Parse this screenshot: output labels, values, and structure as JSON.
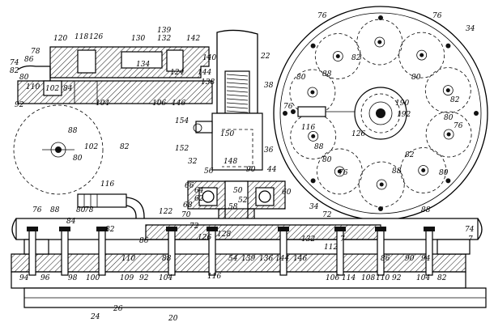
{
  "labels": [
    {
      "id": "lbl-120",
      "text": "120"
    },
    {
      "id": "lbl-118",
      "text": "118"
    },
    {
      "id": "lbl-126a",
      "text": "126"
    },
    {
      "id": "lbl-130",
      "text": "130"
    },
    {
      "id": "lbl-139",
      "text": "139"
    },
    {
      "id": "lbl-132",
      "text": "132"
    },
    {
      "id": "lbl-142",
      "text": "142"
    },
    {
      "id": "lbl-74a",
      "text": "74"
    },
    {
      "id": "lbl-78a",
      "text": "78"
    },
    {
      "id": "lbl-86a",
      "text": "86"
    },
    {
      "id": "lbl-82a",
      "text": "82"
    },
    {
      "id": "lbl-80a",
      "text": "80"
    },
    {
      "id": "lbl-110a",
      "text": "110"
    },
    {
      "id": "lbl-102a",
      "text": "102"
    },
    {
      "id": "lbl-84a",
      "text": "84"
    },
    {
      "id": "lbl-92a",
      "text": "92"
    },
    {
      "id": "lbl-104a",
      "text": "104"
    },
    {
      "id": "lbl-106a",
      "text": "106"
    },
    {
      "id": "lbl-146a",
      "text": "146"
    },
    {
      "id": "lbl-134",
      "text": "134"
    },
    {
      "id": "lbl-124",
      "text": "124"
    },
    {
      "id": "lbl-140",
      "text": "140"
    },
    {
      "id": "lbl-144",
      "text": "144"
    },
    {
      "id": "lbl-138",
      "text": "138"
    },
    {
      "id": "lbl-22",
      "text": "22"
    },
    {
      "id": "lbl-38",
      "text": "38"
    },
    {
      "id": "lbl-76a",
      "text": "76"
    },
    {
      "id": "lbl-76b",
      "text": "76"
    },
    {
      "id": "lbl-34",
      "text": "34"
    },
    {
      "id": "lbl-82b",
      "text": "82"
    },
    {
      "id": "lbl-80b",
      "text": "80"
    },
    {
      "id": "lbl-88a",
      "text": "88"
    },
    {
      "id": "lbl-80c",
      "text": "80"
    },
    {
      "id": "lbl-76c",
      "text": "76"
    },
    {
      "id": "lbl-116a",
      "text": "116"
    },
    {
      "id": "lbl-126b",
      "text": "126"
    },
    {
      "id": "lbl-190",
      "text": "190"
    },
    {
      "id": "lbl-192",
      "text": "192"
    },
    {
      "id": "lbl-80d",
      "text": "80"
    },
    {
      "id": "lbl-76d",
      "text": "76"
    },
    {
      "id": "lbl-82c",
      "text": "82"
    },
    {
      "id": "lbl-88b",
      "text": "88"
    },
    {
      "id": "lbl-80e",
      "text": "80"
    },
    {
      "id": "lbl-76e",
      "text": "76"
    },
    {
      "id": "lbl-82d",
      "text": "82"
    },
    {
      "id": "lbl-88c",
      "text": "88"
    },
    {
      "id": "lbl-80f",
      "text": "80"
    },
    {
      "id": "lbl-154",
      "text": "154"
    },
    {
      "id": "lbl-150",
      "text": "150"
    },
    {
      "id": "lbl-152",
      "text": "152"
    },
    {
      "id": "lbl-36",
      "text": "36"
    },
    {
      "id": "lbl-148",
      "text": "148"
    },
    {
      "id": "lbl-32",
      "text": "32"
    },
    {
      "id": "lbl-56",
      "text": "56"
    },
    {
      "id": "lbl-90",
      "text": "90"
    },
    {
      "id": "lbl-44",
      "text": "44"
    },
    {
      "id": "lbl-66",
      "text": "66"
    },
    {
      "id": "lbl-60",
      "text": "60"
    },
    {
      "id": "lbl-88d",
      "text": "88"
    },
    {
      "id": "lbl-82e",
      "text": "82"
    },
    {
      "id": "lbl-102b",
      "text": "102"
    },
    {
      "id": "lbl-80g",
      "text": "80"
    },
    {
      "id": "lbl-116b",
      "text": "116"
    },
    {
      "id": "lbl-76f",
      "text": "76"
    },
    {
      "id": "lbl-88e",
      "text": "88"
    },
    {
      "id": "lbl-80h",
      "text": "80"
    },
    {
      "id": "lbl-78b",
      "text": "78"
    },
    {
      "id": "lbl-84b",
      "text": "84"
    },
    {
      "id": "lbl-82f",
      "text": "82"
    },
    {
      "id": "lbl-86b",
      "text": "86"
    },
    {
      "id": "lbl-110b",
      "text": "110"
    },
    {
      "id": "lbl-88f",
      "text": "88"
    },
    {
      "id": "lbl-122",
      "text": "122"
    },
    {
      "id": "lbl-70",
      "text": "70"
    },
    {
      "id": "lbl-72a",
      "text": "72"
    },
    {
      "id": "lbl-34b",
      "text": "34"
    },
    {
      "id": "lbl-72b",
      "text": "72"
    },
    {
      "id": "lbl-88g",
      "text": "88"
    },
    {
      "id": "lbl-74b",
      "text": "74"
    },
    {
      "id": "lbl-7a",
      "text": "7"
    },
    {
      "id": "lbl-7b",
      "text": "7"
    },
    {
      "id": "lbl-94a",
      "text": "94"
    },
    {
      "id": "lbl-96",
      "text": "96"
    },
    {
      "id": "lbl-98",
      "text": "98"
    },
    {
      "id": "lbl-100",
      "text": "100"
    },
    {
      "id": "lbl-109",
      "text": "109"
    },
    {
      "id": "lbl-92b",
      "text": "92"
    },
    {
      "id": "lbl-104b",
      "text": "104"
    },
    {
      "id": "lbl-112",
      "text": "112"
    },
    {
      "id": "lbl-106b",
      "text": "106"
    },
    {
      "id": "lbl-114",
      "text": "114"
    },
    {
      "id": "lbl-108",
      "text": "108"
    },
    {
      "id": "lbl-110c",
      "text": "110"
    },
    {
      "id": "lbl-92c",
      "text": "92"
    },
    {
      "id": "lbl-104c",
      "text": "104"
    },
    {
      "id": "lbl-82g",
      "text": "82"
    },
    {
      "id": "lbl-24",
      "text": "24"
    },
    {
      "id": "lbl-26",
      "text": "26"
    },
    {
      "id": "lbl-20",
      "text": "20"
    },
    {
      "id": "lbl-94b",
      "text": "94"
    },
    {
      "id": "lbl-86c",
      "text": "86"
    },
    {
      "id": "lbl-90b",
      "text": "90"
    },
    {
      "id": "lbl-146b",
      "text": "146"
    },
    {
      "id": "lbl-136",
      "text": "136"
    },
    {
      "id": "lbl-144b",
      "text": "144"
    },
    {
      "id": "lbl-139b",
      "text": "139"
    },
    {
      "id": "lbl-54",
      "text": "54"
    },
    {
      "id": "lbl-64",
      "text": "64"
    },
    {
      "id": "lbl-62",
      "text": "62"
    },
    {
      "id": "lbl-52",
      "text": "52"
    },
    {
      "id": "lbl-50",
      "text": "50"
    },
    {
      "id": "lbl-58",
      "text": "58"
    },
    {
      "id": "lbl-68",
      "text": "68"
    },
    {
      "id": "lbl-128",
      "text": "128"
    },
    {
      "id": "lbl-126c",
      "text": "126"
    },
    {
      "id": "lbl-132b",
      "text": "132"
    },
    {
      "id": "lbl-116c",
      "text": "116"
    }
  ]
}
